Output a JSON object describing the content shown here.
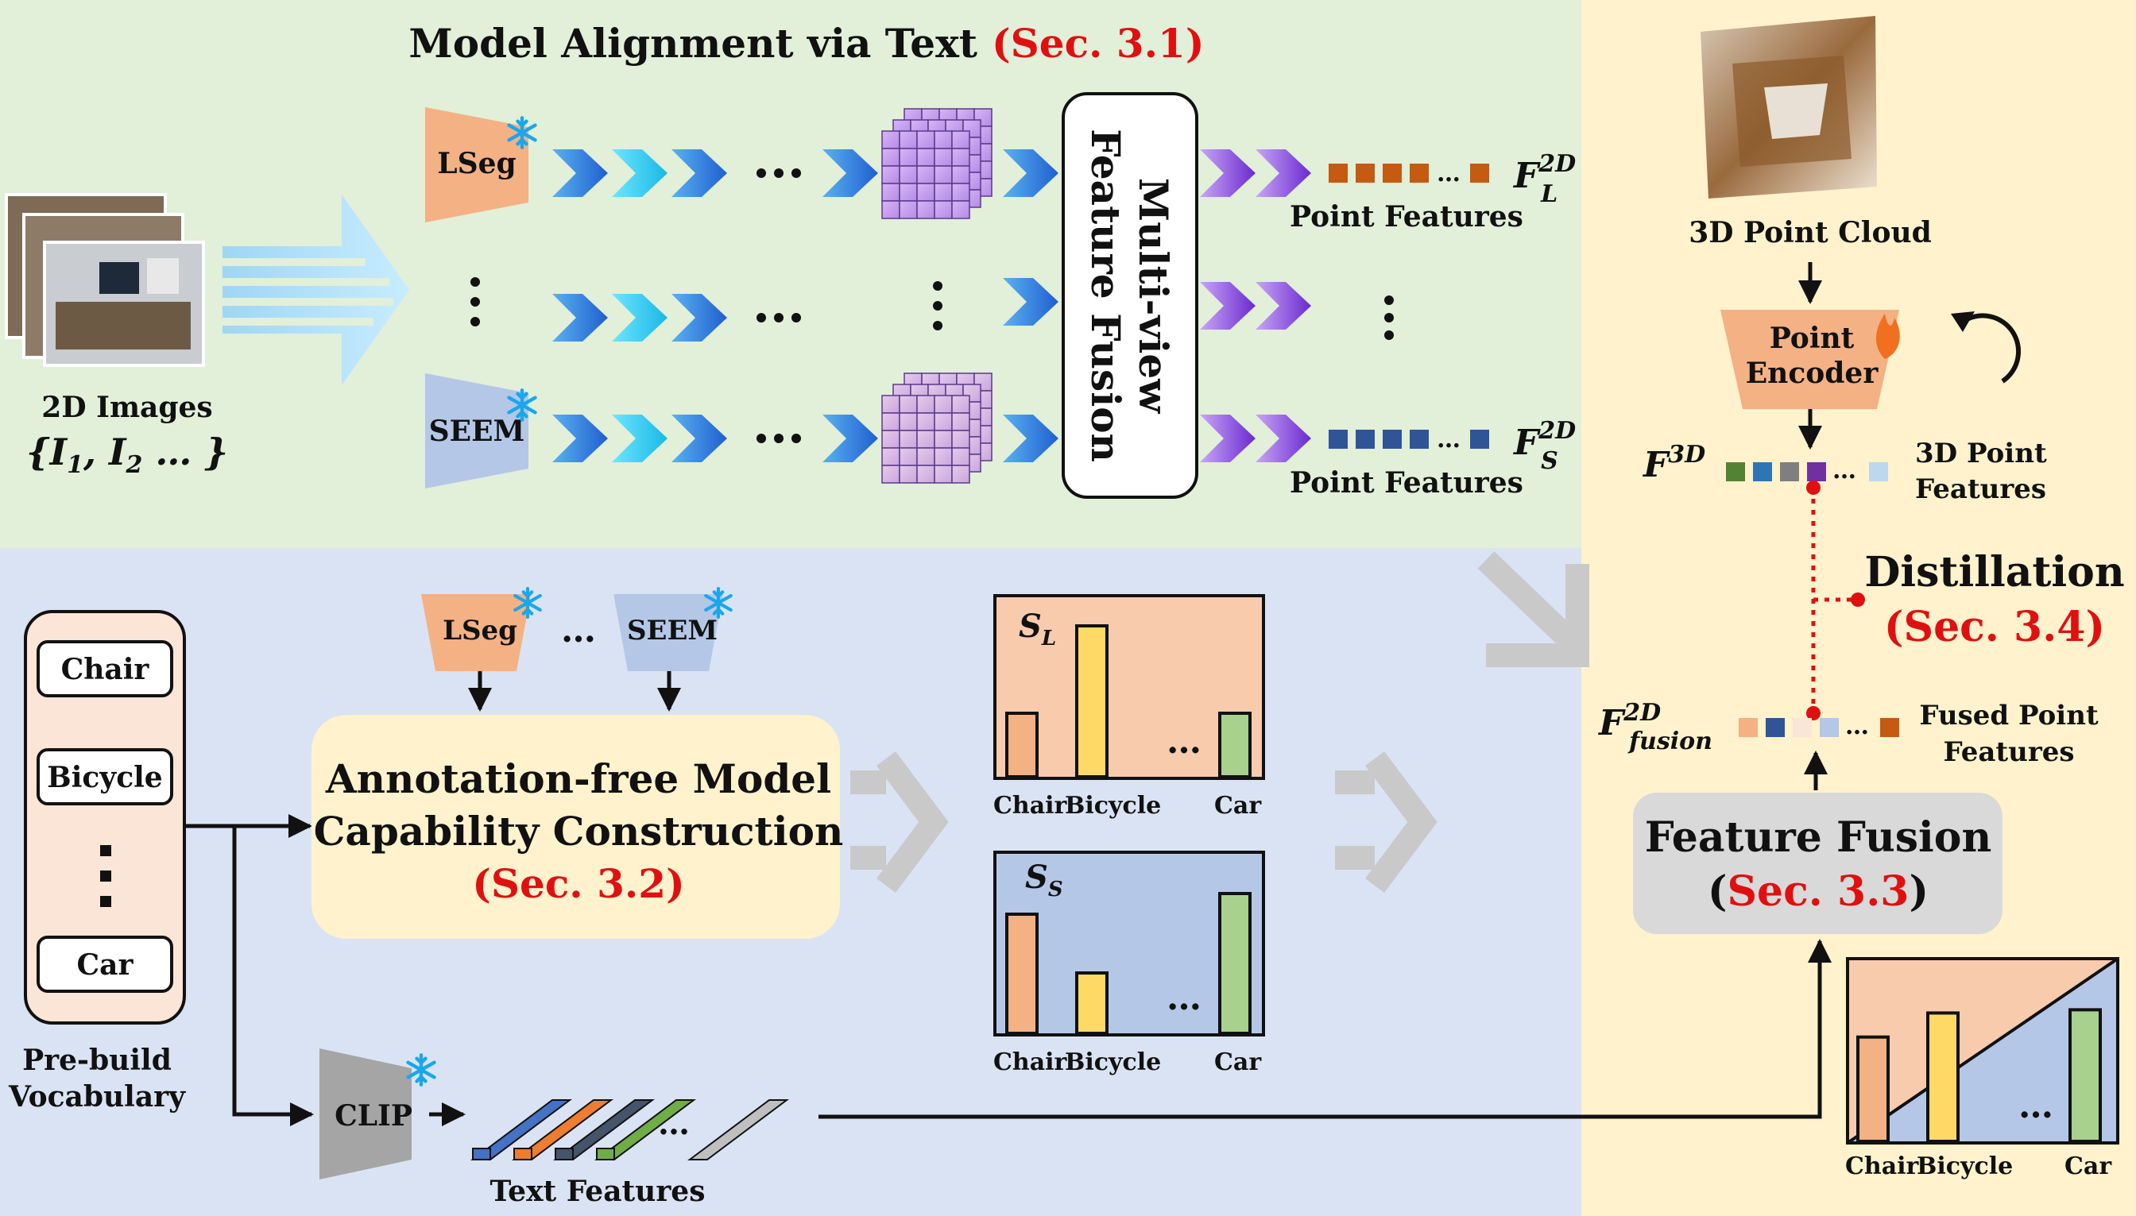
{
  "top": {
    "title": "Model Alignment via Text",
    "title_ref": "(Sec. 3.1)",
    "images_label": "2D Images",
    "lseg": "LSeg",
    "seem": "SEEM",
    "mvf_line1": "Multi-view",
    "mvf_line2": "Feature Fusion",
    "point_features_top": "Point Features",
    "point_features_bottom": "Point Features"
  },
  "bottom": {
    "vocab_items": [
      "Chair",
      "Bicycle",
      "Car"
    ],
    "vocab_label_line1": "Pre-build",
    "vocab_label_line2": "Vocabulary",
    "lseg": "LSeg",
    "seem": "SEEM",
    "dots": "…",
    "afmc_line1": "Annotation-free Model",
    "afmc_line2": "Capability Construction",
    "afmc_ref": "(Sec. 3.2)",
    "clip": "CLIP",
    "text_features": "Text Features",
    "sl_symbol": "S",
    "sl_sub": "L",
    "ss_symbol": "S",
    "ss_sub": "S",
    "chart_x_labels": [
      "Chair",
      "Bicycle",
      "Car"
    ],
    "chart_dots": "…"
  },
  "right": {
    "point_cloud_label": "3D Point Cloud",
    "encoder_line1": "Point",
    "encoder_line2": "Encoder",
    "f3d": "F",
    "f3d_sup": "3D",
    "point3d_line1": "3D Point",
    "point3d_line2": "Features",
    "distillation": "Distillation",
    "distillation_ref": "(Sec. 3.4)",
    "ffusion_F": "F",
    "ffusion_sup": "2D",
    "ffusion_sub": "fusion",
    "fused_line1": "Fused Point",
    "fused_line2": "Features",
    "ff_title": "Feature Fusion",
    "ff_ref_open": "(",
    "ff_ref": "Sec. 3.3",
    "ff_ref_close": ")",
    "chart_x_labels": [
      "Chair",
      "Bicycle",
      "Car"
    ],
    "chart_dots": "…"
  },
  "colors": {
    "top_bg": "#e2efd9",
    "bottom_bg": "#dae3f3",
    "right_bg": "#fff2cc",
    "red": "#e01010",
    "lseg": "#f4b183",
    "seem": "#b4c7e7",
    "clip": "#a5a5a5",
    "bar_orange": "#f4b183",
    "bar_yellow": "#ffd966",
    "bar_green": "#a9d18e"
  },
  "chart_data": [
    {
      "type": "bar",
      "title": "S_L",
      "categories": [
        "Chair",
        "Bicycle",
        "…",
        "Car"
      ],
      "values": [
        0.4,
        0.95,
        null,
        0.4
      ],
      "ylim": [
        0,
        1
      ]
    },
    {
      "type": "bar",
      "title": "S_S",
      "categories": [
        "Chair",
        "Bicycle",
        "…",
        "Car"
      ],
      "values": [
        0.75,
        0.38,
        null,
        0.88
      ],
      "ylim": [
        0,
        1
      ]
    },
    {
      "type": "bar",
      "title": "",
      "categories": [
        "Chair",
        "Bicycle",
        "…",
        "Car"
      ],
      "values": [
        0.65,
        0.8,
        null,
        0.82
      ],
      "ylim": [
        0,
        1
      ]
    }
  ]
}
